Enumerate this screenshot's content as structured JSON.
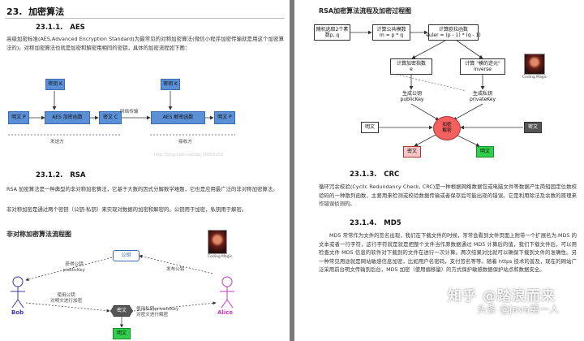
{
  "left_page": {
    "h1_num": "23.",
    "h1_title": "加密算法",
    "aes_num": "23.1.1.",
    "aes_title": "AES",
    "aes_para": "高级加密标准(AES,Advanced Encryption Standard)为最常见的对称加密算法(微信小程序加密传输就是用这个加密算法的)。对称加密算法也就是加密和解密用相同的密钥，具体的加密流程如下图：",
    "aes_diagram": {
      "key1": "密钥 K",
      "key2": "密钥 K",
      "plain1": "明文 P",
      "enc": "AES 加密函数",
      "cipher": "密文 C",
      "net": "网络传输",
      "dec": "AES 解密函数",
      "plain2": "明文 P",
      "sender": "发送方",
      "receiver": "接收方",
      "url": "http://blog.csdn.net/qq_28205153"
    },
    "rsa_num": "23.1.2.",
    "rsa_title": "RSA",
    "rsa_para1": "RSA 加密算法是一种典型的非对称加密算法，它基于大数的因式分解数学难题，它也是应用最广泛的非对称加密算法。",
    "rsa_para2": "非对称加密是通过两个密钥（公钥-私钥）来实现对数据的加密和解密的。公钥用于加密，私钥用于解密。",
    "flow_title": "非对称加密算法流程图",
    "flow": {
      "pubkey": "公钥",
      "get_pub": "获得公钥\npublicKey",
      "publish": "发布公钥",
      "enc_desc": "使用公钥\n对明文进行加密",
      "cipher": "密文",
      "dec_desc": "使用私钥privateKey\n对密文进行解密",
      "plain": "明文",
      "bob": "Bob",
      "alice": "Alice",
      "avatar_caption": "Coding Magic"
    }
  },
  "right_page": {
    "rsa_flow_title": "RSA加密算法流程及加密过程图",
    "flow": {
      "primes": "随机选取2个素数p, q",
      "n": "计算公共模数\nm = p * q",
      "euler": "计算欧拉函数\neuler = (p - 1) * (q - 1)",
      "e": "计算加密指数\ne",
      "inverse": "计算 \"模的逆元\"\ninverse",
      "pub": "生成公钥\npublicKey",
      "priv": "生成私钥\nprivateKey",
      "center": "加密\n解密",
      "plain_in": "明文",
      "cipher_in": "密文",
      "cipher_out": "密文",
      "plain_out": "明文",
      "avatar_caption": "Coding Magic"
    },
    "crc_num": "23.1.3.",
    "crc_title": "CRC",
    "crc_para": "循环冗余校验(Cyclic Redundancy Check, CRC)是一种根据网络数据包或电脑文件等数据产生简短固定位数校验码的一种散列函数，主要用来检测或校验数据传输或者保存后可能出现的错误。它是利用除法及余数的原理来作错误侦测的。",
    "md5_num": "23.1.4.",
    "md5_title": "MD5",
    "md5_para": "MD5 常常作为文件的签名出现，我们在下载文件的时候，常常会看到文件页面上附带一个扩展名为.MD5 的文本或者一行字符，这行字符就是就是把整个文件当作原数据通过 MD5 计算后的值，我们下载文件后，可以用检查文件 MD5 信息的软件对下载到的文件在进行一次计算。两次结果对比就可以确保下载到文件的准确性。另一种常见用途就是网站敏感信息加密，比如用户名密码，支付签名等等。随着 https 技术的普及，现在的网站广泛采用前台明文传输到后台，MD5 加密（使用偏移量）的方式保护敏感数据保护站点和数据安全。"
  },
  "watermark": {
    "line1": "知乎 @踏浪而来",
    "line2": "头条 @Java第一人"
  }
}
